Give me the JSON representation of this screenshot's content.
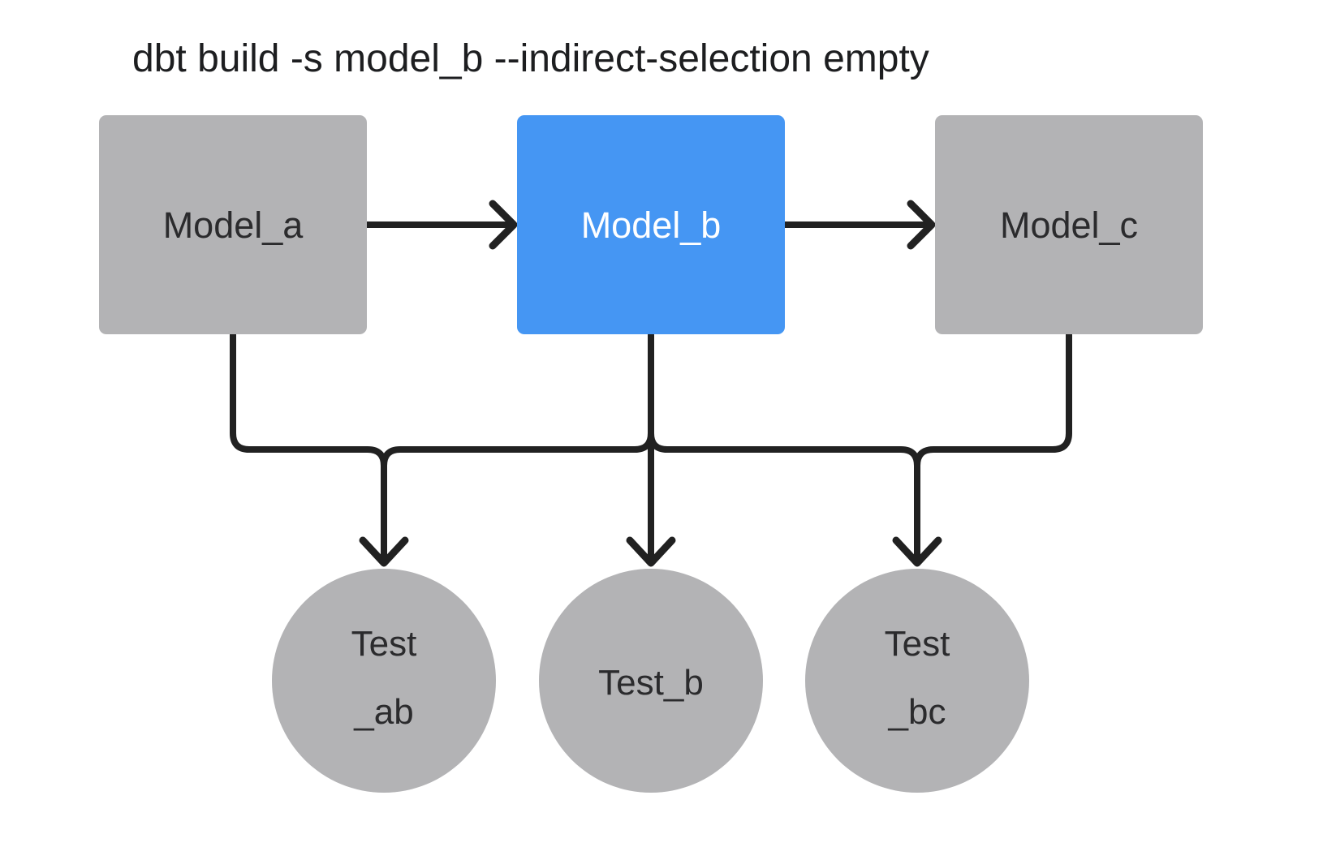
{
  "title": "dbt build -s model_b --indirect-selection empty",
  "colors": {
    "highlight_blue": "#4596F3",
    "node_gray": "#B3B3B5",
    "edge_dark": "#212121",
    "text_dark": "#2B2B2D",
    "text_light": "#FFFFFF",
    "background": "#FFFFFF"
  },
  "diagram": {
    "models": [
      {
        "id": "model_a",
        "label": "Model_a",
        "highlighted": false
      },
      {
        "id": "model_b",
        "label": "Model_b",
        "highlighted": true
      },
      {
        "id": "model_c",
        "label": "Model_c",
        "highlighted": false
      }
    ],
    "tests": [
      {
        "id": "test_ab",
        "line1": "Test",
        "line2": "_ab"
      },
      {
        "id": "test_b",
        "line1": "Test_b",
        "line2": ""
      },
      {
        "id": "test_bc",
        "line1": "Test",
        "line2": "_bc"
      }
    ],
    "edges": [
      {
        "from": "model_a",
        "to": "model_b"
      },
      {
        "from": "model_b",
        "to": "model_c"
      },
      {
        "from": "model_a",
        "to": "test_ab"
      },
      {
        "from": "model_b",
        "to": "test_ab"
      },
      {
        "from": "model_b",
        "to": "test_b"
      },
      {
        "from": "model_b",
        "to": "test_bc"
      },
      {
        "from": "model_c",
        "to": "test_bc"
      }
    ]
  }
}
